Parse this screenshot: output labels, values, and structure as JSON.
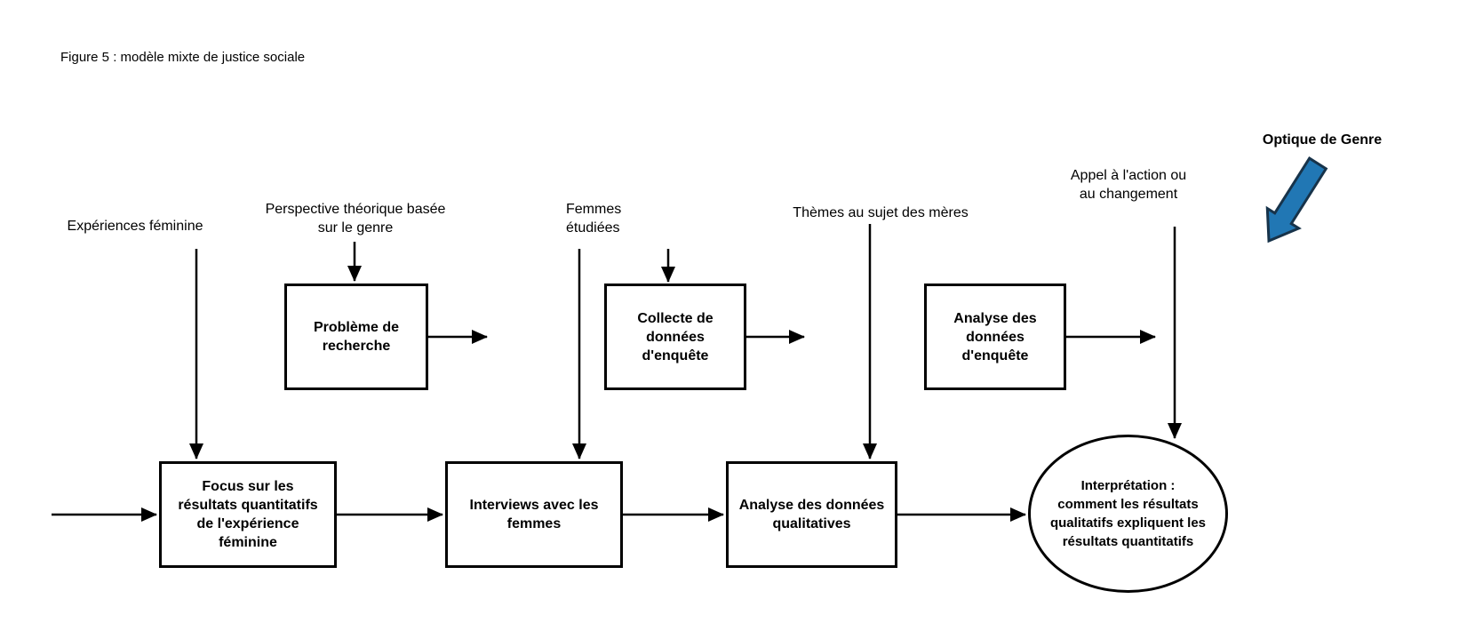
{
  "title": "Figure 5 : modèle mixte de justice sociale",
  "labels": {
    "experiences": "Expériences féminine",
    "perspective": "Perspective théorique basée\nsur le genre",
    "femmes": "Femmes\nétudiées",
    "themes": "Thèmes au sujet des mères",
    "appel": "Appel à l'action ou\nau changement",
    "optique": "Optique de Genre"
  },
  "boxes": {
    "probleme": "Problème de\nrecherche",
    "collecte": "Collecte de\ndonnées\nd'enquête",
    "analyse_enquete": "Analyse des\ndonnées\nd'enquête",
    "focus": "Focus sur les\nrésultats quantitatifs\nde l'expérience\nféminine",
    "interviews": "Interviews avec les\nfemmes",
    "analyse_qualitatives": "Analyse des données\nqualitatives"
  },
  "ellipse": {
    "interpretation": "Interprétation :\ncomment les résultats\nqualitatifs expliquent les\nrésultats quantitatifs"
  },
  "colors": {
    "line": "#000000",
    "background": "#ffffff",
    "gender_arrow_fill": "#2177b4",
    "gender_arrow_stroke": "#17334a"
  }
}
